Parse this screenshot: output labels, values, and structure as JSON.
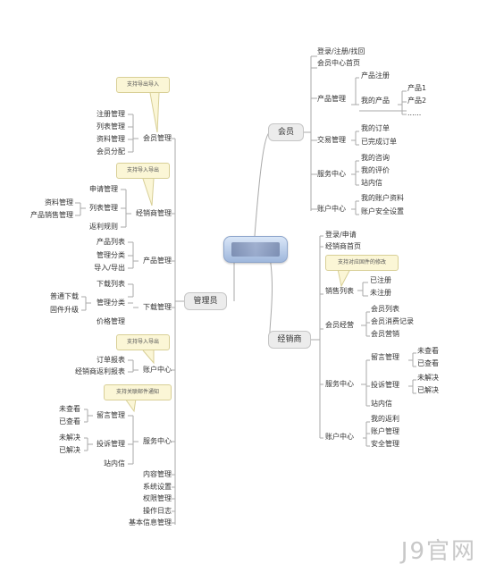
{
  "center_label": "",
  "members": {
    "title": "会员",
    "login": "登录/注册/找回",
    "home": "会员中心首页",
    "product_mgmt": "产品管理",
    "product_register": "产品注册",
    "my_products": "我的产品",
    "product1": "产品1",
    "product2": "产品2",
    "ellipsis": "......",
    "trade_mgmt": "交易管理",
    "my_orders": "我的订单",
    "done_orders": "已完成订单",
    "service_center": "服务中心",
    "my_inquiry": "我的咨询",
    "my_review": "我的评价",
    "inbox": "站内信",
    "account_center": "账户中心",
    "account_info": "我的账户资料",
    "account_security": "账户安全设置"
  },
  "dealer": {
    "title": "经销商",
    "login": "登录/申请",
    "home": "经销商首页",
    "note": "支持对应固件的修改",
    "sales_list": "销售列表",
    "registered": "已注册",
    "unregistered": "未注册",
    "member_ops": "会员经营",
    "member_list": "会员列表",
    "member_spend": "会员消费记录",
    "member_marketing": "会员营销",
    "service_center": "服务中心",
    "msg_mgmt": "留言管理",
    "unviewed": "未查看",
    "viewed": "已查看",
    "complaint_mgmt": "投诉管理",
    "unresolved": "未解决",
    "resolved": "已解决",
    "inbox": "站内信",
    "account_center": "账户中心",
    "my_rebate": "我的返利",
    "account_mgmt": "账户管理",
    "security_mgmt": "安全管理"
  },
  "admin": {
    "title": "管理员",
    "member_mgmt": "会员管理",
    "member_note": "支持导出导入",
    "register_mgmt": "注册管理",
    "list_mgmt": "列表管理",
    "profile_mgmt": "资料管理",
    "member_alloc": "会员分配",
    "dealer_mgmt": "经销商管理",
    "dealer_note": "支持导入导出",
    "apply_mgmt": "申请管理",
    "dealer_list_mgmt": "列表管理",
    "data_mgmt": "资料管理",
    "product_sales_mgmt": "产品销售管理",
    "rebate_rules": "返利规则",
    "product_mgmt": "产品管理",
    "product_list": "产品列表",
    "category_mgmt": "管理分类",
    "import_export": "导入/导出",
    "download_mgmt": "下载管理",
    "download_list": "下载列表",
    "dl_category_mgmt": "管理分类",
    "normal_download": "普通下载",
    "firmware_upgrade": "固件升级",
    "price_mgmt": "价格管理",
    "account_center": "账户中心",
    "account_note": "支持导入导出",
    "order_report": "订单报表",
    "dealer_rebate_report": "经销商返利报表",
    "service_center": "服务中心",
    "service_note": "支持关联邮件通知",
    "msg_mgmt": "留言管理",
    "unviewed": "未查看",
    "viewed": "已查看",
    "complaint_mgmt": "投诉管理",
    "unresolved": "未解决",
    "resolved": "已解决",
    "inbox": "站内信",
    "content_mgmt": "内容管理",
    "system_settings": "系统设置",
    "permission_mgmt": "权限管理",
    "operation_log": "操作日志",
    "basic_info_mgmt": "基本信息管理"
  },
  "watermark": "J9官网"
}
